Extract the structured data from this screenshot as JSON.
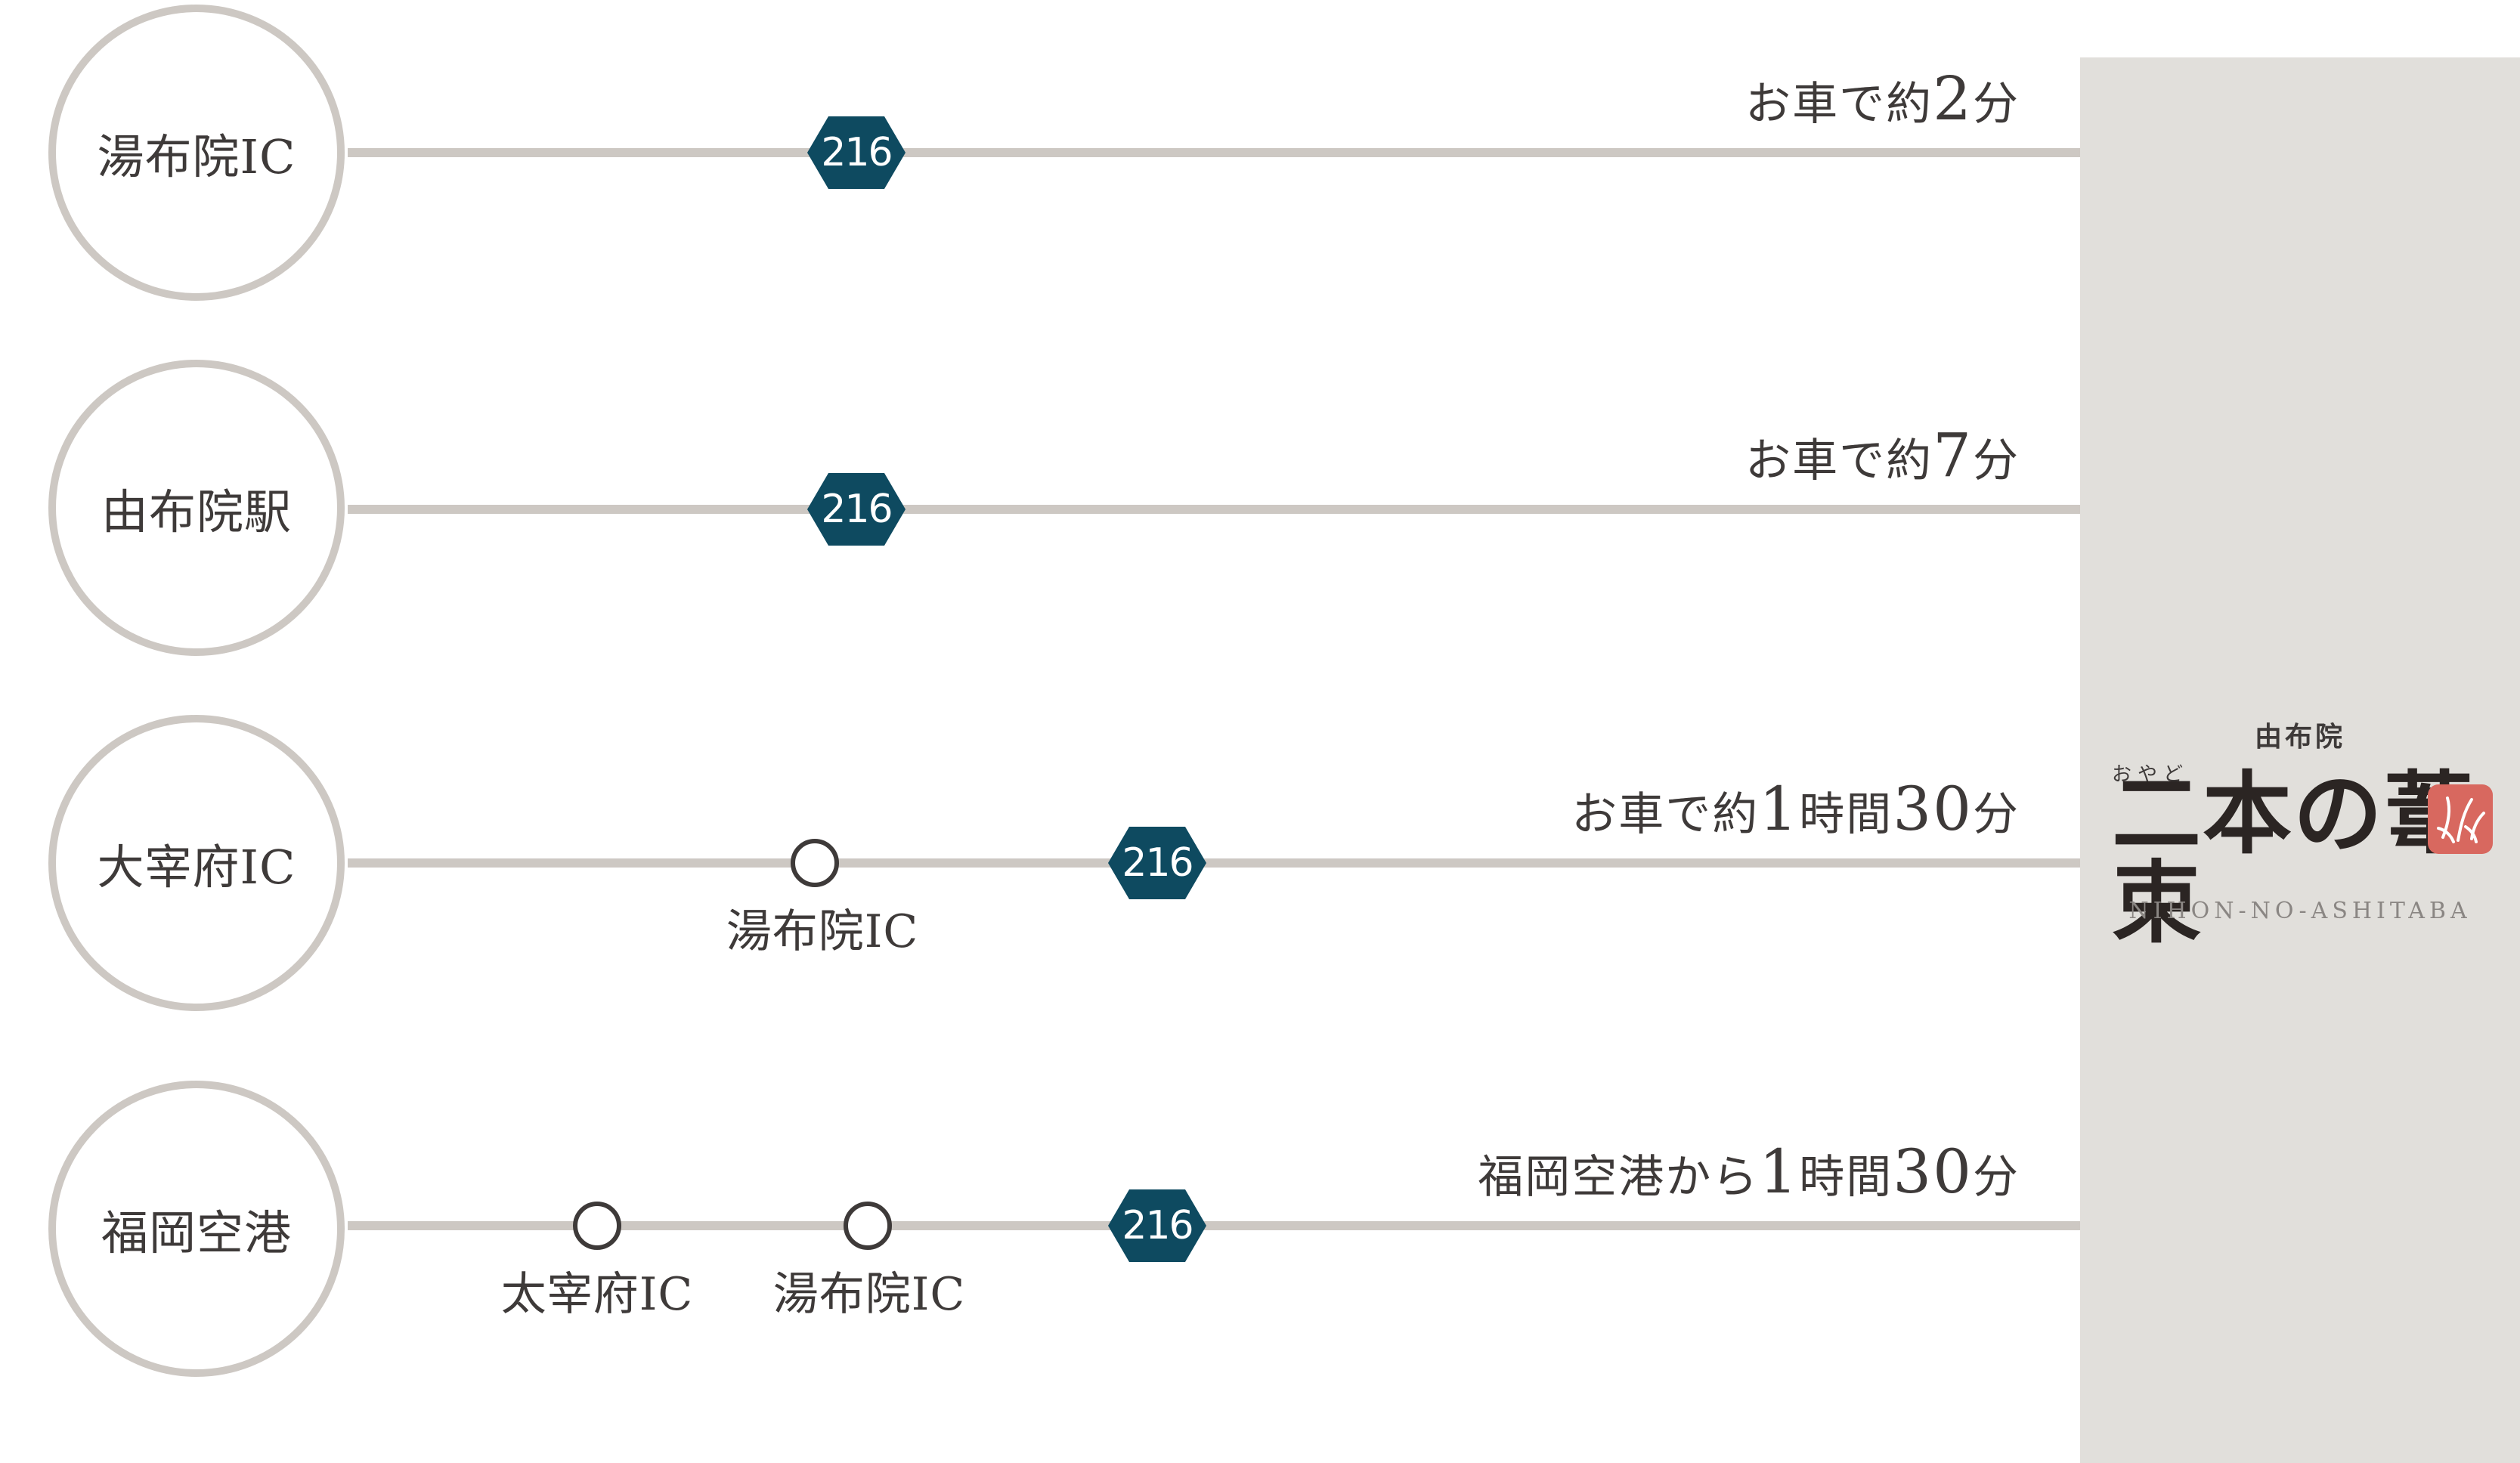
{
  "routes": [
    {
      "origin": "湯布院IC",
      "duration_prefix": "お車で約",
      "duration_num": "2",
      "duration_suffix": "分",
      "route_number": "216",
      "waypoints": []
    },
    {
      "origin": "由布院駅",
      "duration_prefix": "お車で約",
      "duration_num": "7",
      "duration_suffix": "分",
      "route_number": "216",
      "waypoints": []
    },
    {
      "origin": "大宰府IC",
      "duration_prefix": "お車で約",
      "duration_num": "1",
      "duration_mid": "時間",
      "duration_num2": "30",
      "duration_suffix": "分",
      "route_number": "216",
      "waypoints": [
        "湯布院IC"
      ]
    },
    {
      "origin": "福岡空港",
      "duration_prefix": "福岡空港から",
      "duration_num": "1",
      "duration_mid": "時間",
      "duration_num2": "30",
      "duration_suffix": "分",
      "route_number": "216",
      "waypoints": [
        "太宰府IC",
        "湯布院IC"
      ]
    }
  ],
  "destination": {
    "sub": "由布院",
    "kana": "おやど",
    "name": "二本の葦束",
    "roman": "NIHON-NO-ASHITABA"
  },
  "colors": {
    "line": "#cdc8c3",
    "route_marker": "#0e4a60",
    "panel": "#e1dfdb",
    "seal": "#d8685f"
  }
}
